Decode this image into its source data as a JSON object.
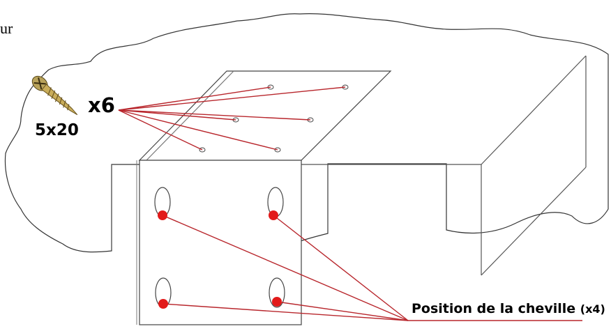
{
  "labels": {
    "corner_text": "ur",
    "screw_count": "x6",
    "screw_size": "5x20",
    "dowel_label": "Position de la cheville",
    "dowel_qty": "(x4)"
  },
  "colors": {
    "leader_line": "#b8262c",
    "dowel_dot": "#e21a1a",
    "outline": "#444444"
  },
  "icons": {
    "screw": "wood-screw-icon"
  }
}
